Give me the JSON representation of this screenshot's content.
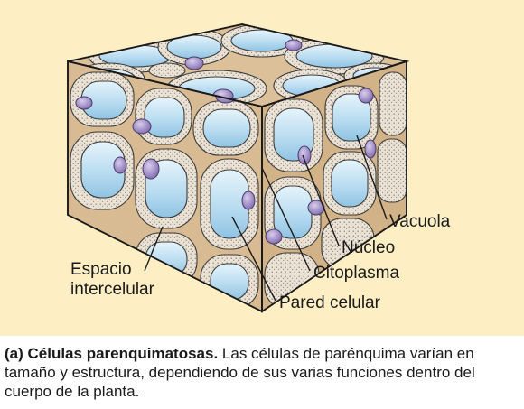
{
  "labels": {
    "vacuola": "Vacuola",
    "nucleo": "Núcleo",
    "citoplasma": "Citoplasma",
    "pared_celular": "Pared celular",
    "espacio_line1": "Espacio",
    "espacio_line2": "intercelular"
  },
  "caption": {
    "title": "(a) Células parenquimatosas.",
    "text": " Las células de parénquima varían en tamaño y estructura, dependiendo de sus varias funciones dentro del cuerpo de la planta."
  },
  "colors": {
    "panel_background": "#fdeec4",
    "cell_wall": "#e2c99f",
    "vacuole": "#bfe0f2",
    "cytoplasm_dots": "#8a8a8a",
    "nucleus": "#8f7bb8"
  }
}
